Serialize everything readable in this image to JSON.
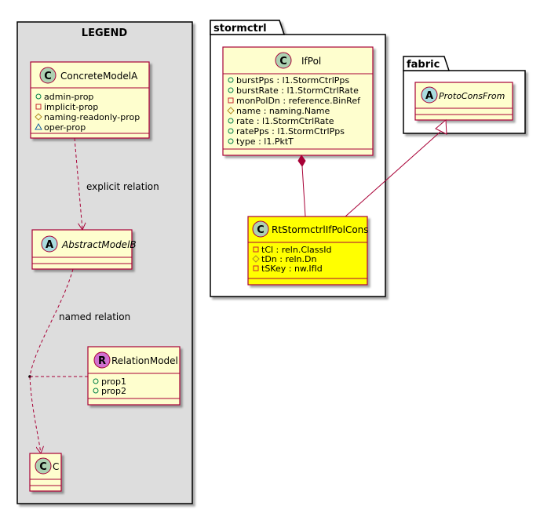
{
  "legend": {
    "title": "LEGEND",
    "concrete": {
      "badge": "C",
      "name": "ConcreteModelA",
      "props": [
        {
          "vis": "+",
          "text": "admin-prop"
        },
        {
          "vis": "-",
          "text": "implicit-prop"
        },
        {
          "vis": "#",
          "text": "naming-readonly-prop"
        },
        {
          "vis": "~",
          "text": "oper-prop"
        }
      ]
    },
    "abstract": {
      "badge": "A",
      "name": "AbstractModelB"
    },
    "relation": {
      "badge": "R",
      "name": "RelationModel",
      "props": [
        {
          "vis": "+",
          "text": "prop1"
        },
        {
          "vis": "+",
          "text": "prop2"
        }
      ]
    },
    "c": {
      "badge": "C",
      "name": "C"
    },
    "explicit_label": "explicit relation",
    "named_label": "named relation"
  },
  "stormctrl": {
    "package_name": "stormctrl",
    "ifpol": {
      "badge": "C",
      "name": "IfPol",
      "props": [
        {
          "vis": "+",
          "text": "burstPps : l1.StormCtrlPps"
        },
        {
          "vis": "+",
          "text": "burstRate : l1.StormCtrlRate"
        },
        {
          "vis": "-",
          "text": "monPolDn : reference.BinRef"
        },
        {
          "vis": "#",
          "text": "name : naming.Name"
        },
        {
          "vis": "+",
          "text": "rate : l1.StormCtrlRate"
        },
        {
          "vis": "+",
          "text": "ratePps : l1.StormCtrlPps"
        },
        {
          "vis": "+",
          "text": "type : l1.PktT"
        }
      ]
    },
    "rt": {
      "badge": "C",
      "name": "RtStormctrlIfPolCons",
      "props": [
        {
          "vis": "-",
          "text": "tCl : reln.ClassId"
        },
        {
          "vis": "#",
          "text": "tDn : reln.Dn"
        },
        {
          "vis": "-",
          "text": "tSKey : nw.IfId"
        }
      ]
    }
  },
  "fabric": {
    "package_name": "fabric",
    "proto": {
      "badge": "A",
      "name": "ProtoConsFrom"
    }
  },
  "colors": {
    "class_fill": "#fefece",
    "class_border": "#a80036",
    "highlight_fill": "#ffff00",
    "legend_bg": "#dddddd",
    "badge_c": "#add1b2",
    "badge_a": "#a9dcdf",
    "badge_r": "#d070d0"
  }
}
